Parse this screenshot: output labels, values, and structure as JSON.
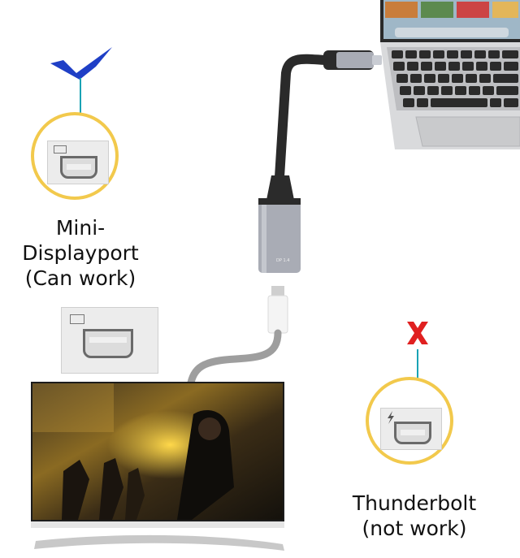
{
  "left": {
    "label_line1": "Mini-Displayport",
    "label_line2": "(Can work)",
    "status_icon": "checkmark-icon",
    "status_color": "#1f3fc6"
  },
  "right": {
    "label_line1": "Thunderbolt",
    "label_line2": "(not work)",
    "status_icon": "x-icon",
    "status_color": "#e02020"
  },
  "adapter": {
    "text": "DP 1.4"
  },
  "colors": {
    "ring": "#f2c94c",
    "stem": "#1aa3b5",
    "adapter_body": "#a9acb5"
  }
}
